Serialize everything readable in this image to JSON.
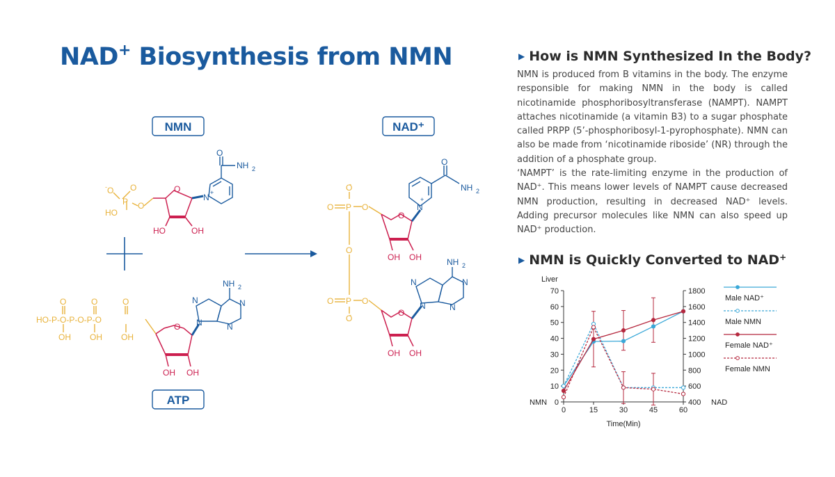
{
  "title": {
    "text": "NAD",
    "sup": "+",
    "rest": " Biosynthesis from NMN"
  },
  "section1": {
    "heading": "How is NMN Synthesized In the Body?",
    "paragraph1": "NMN is produced from B vitamins in the body. The enzyme responsible for making NMN in the body is called nicotinamide phosphoribosyltransferase (NAMPT). NAMPT attaches  nicotinamide (a vitamin B3) to a sugar phosphate called PRPP (5’-phosphoribosyl-1-pyrophosphate). NMN can also be made from ‘nicotinamide riboside’ (NR) through the addition of a phosphate group.",
    "paragraph2": "‘NAMPT’ is the rate-limiting enzyme in the production of NAD⁺. This means lower levels of NAMPT cause decreased NMN production, resulting in decreased NAD⁺ levels. Adding precursor molecules like NMN can also speed up NAD⁺ production."
  },
  "section2": {
    "heading": "NMN is Quickly Converted to NAD",
    "sup": "+"
  },
  "diagram": {
    "nmn_label": "NMN",
    "nad_label": "NAD⁺",
    "atp_label": "ATP",
    "plus_symbol": "+",
    "arrow": "arrow-right-icon",
    "atoms": {
      "O": "O",
      "P": "P",
      "N": "N",
      "H": "H",
      "OH": "OH",
      "HO": "HO",
      "NH2": "NH",
      "sub2": "2",
      "minus": "-",
      "plus": "+",
      "HOP": "HO-P-O-P-O-P-O"
    },
    "colors": {
      "phosphate": "#e8b23a",
      "sugar": "#cc1f4f",
      "base": "#1a5a9e",
      "label_border": "#1a5a9e"
    }
  },
  "chart_data": {
    "type": "line",
    "title": "Liver",
    "xlabel": "Time(Min)",
    "ylabel_left": "NMN",
    "ylabel_right": "NAD",
    "x": [
      0,
      15,
      30,
      45,
      60
    ],
    "xlim": [
      0,
      60
    ],
    "ylim_left": [
      0,
      70
    ],
    "ylim_right": [
      400,
      1800
    ],
    "yticks_left": [
      0,
      10,
      20,
      30,
      40,
      50,
      60,
      70
    ],
    "yticks_right": [
      400,
      600,
      800,
      1000,
      1200,
      1400,
      1600,
      1800
    ],
    "legend_position": "right",
    "series": [
      {
        "name": "Male NAD⁺",
        "axis": "right",
        "style": "solid",
        "color": "#3aa8d8",
        "values": [
          600,
          1160,
          1165,
          1350,
          1540
        ]
      },
      {
        "name": "Male NMN",
        "axis": "left",
        "style": "dashed",
        "color": "#3aa8d8",
        "values": [
          10,
          49,
          9,
          9,
          9
        ]
      },
      {
        "name": "Female NAD⁺",
        "axis": "right",
        "style": "solid",
        "color": "#b5283e",
        "values": [
          540,
          1190,
          1300,
          1430,
          1540
        ],
        "error": [
          0,
          350,
          250,
          280,
          0
        ]
      },
      {
        "name": "Female NMN",
        "axis": "left",
        "style": "dashed",
        "color": "#b5283e",
        "values": [
          3,
          47,
          9,
          8,
          5
        ],
        "error": [
          0,
          0,
          10,
          10,
          0
        ]
      }
    ]
  }
}
